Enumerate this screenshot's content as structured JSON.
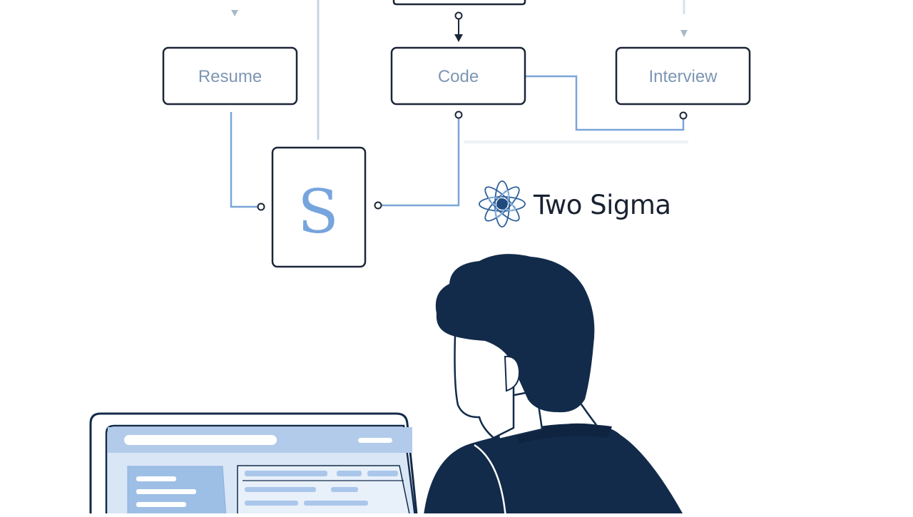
{
  "diagram": {
    "nodes": {
      "resume": {
        "label": "Resume"
      },
      "code": {
        "label": "Code"
      },
      "interview": {
        "label": "Interview"
      },
      "center": {
        "label": "S"
      }
    }
  },
  "brand": {
    "name": "Two Sigma",
    "logo_icon": "atom-icon"
  },
  "illustration": {
    "figure": "person-at-laptop",
    "colors": {
      "navy": "#132b4a",
      "accent_blue": "#7aa5d8",
      "light_blue": "#bcd3ee"
    }
  }
}
